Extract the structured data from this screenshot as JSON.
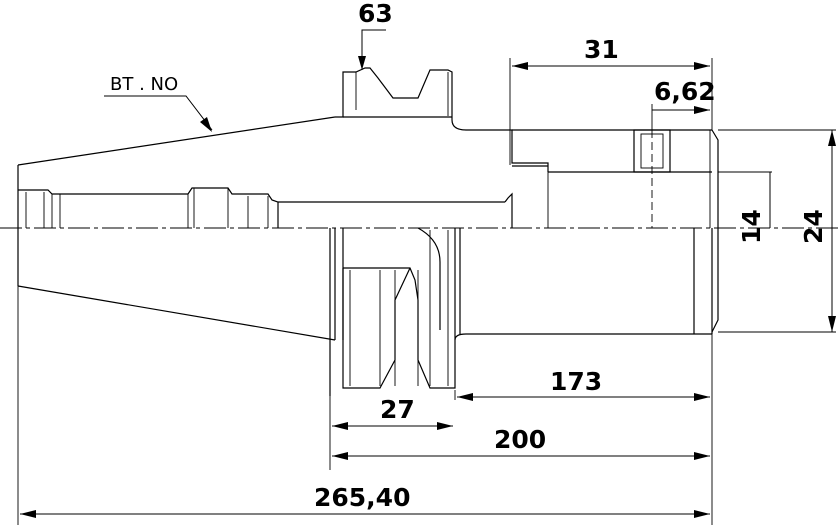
{
  "drawing": {
    "part_label": "BT . NO",
    "dimensions": {
      "groove_diameter": "63",
      "projection_length": "31",
      "collar_offset": "6,62",
      "inner_diameter": "14",
      "outer_diameter": "24",
      "body_length": "173",
      "flange_width": "27",
      "length_from_flange": "200",
      "total_length": "265,40"
    }
  }
}
